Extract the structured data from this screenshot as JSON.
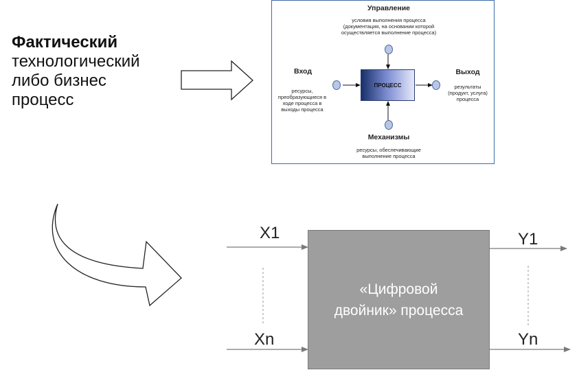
{
  "heading": {
    "bold": "Фактический",
    "line1": "технологический",
    "line2": "либо бизнес",
    "line3": "процесс"
  },
  "idef0": {
    "control_title": "Управление",
    "control_desc_1": "условия выполнения процесса",
    "control_desc_2": "(документация, на основании которой",
    "control_desc_3": "осуществляется выполнение процесса)",
    "input_title": "Вход",
    "input_desc_1": "ресурсы,",
    "input_desc_2": "преобразующиеся в",
    "input_desc_3": "ходе процесса в",
    "input_desc_4": "выходы процесса",
    "process_label": "ПРОЦЕСС",
    "output_title": "Выход",
    "output_desc_1": "результаты",
    "output_desc_2": "(продукт, услуга)",
    "output_desc_3": "процесса",
    "mechanism_title": "Механизмы",
    "mechanism_desc_1": "ресурсы, обеспечивающие",
    "mechanism_desc_2": "выполнение процесса"
  },
  "twin": {
    "label_line1": "«Цифровой",
    "label_line2": "двойник» процесса",
    "input_first": "X1",
    "input_last": "Xn",
    "output_first": "Y1",
    "output_last": "Yn"
  },
  "colors": {
    "twin_box": "#9e9e9e",
    "idef_border": "#3a6aa8",
    "node_fill": "#b9c6e6",
    "io_line": "#7a7a7a"
  }
}
